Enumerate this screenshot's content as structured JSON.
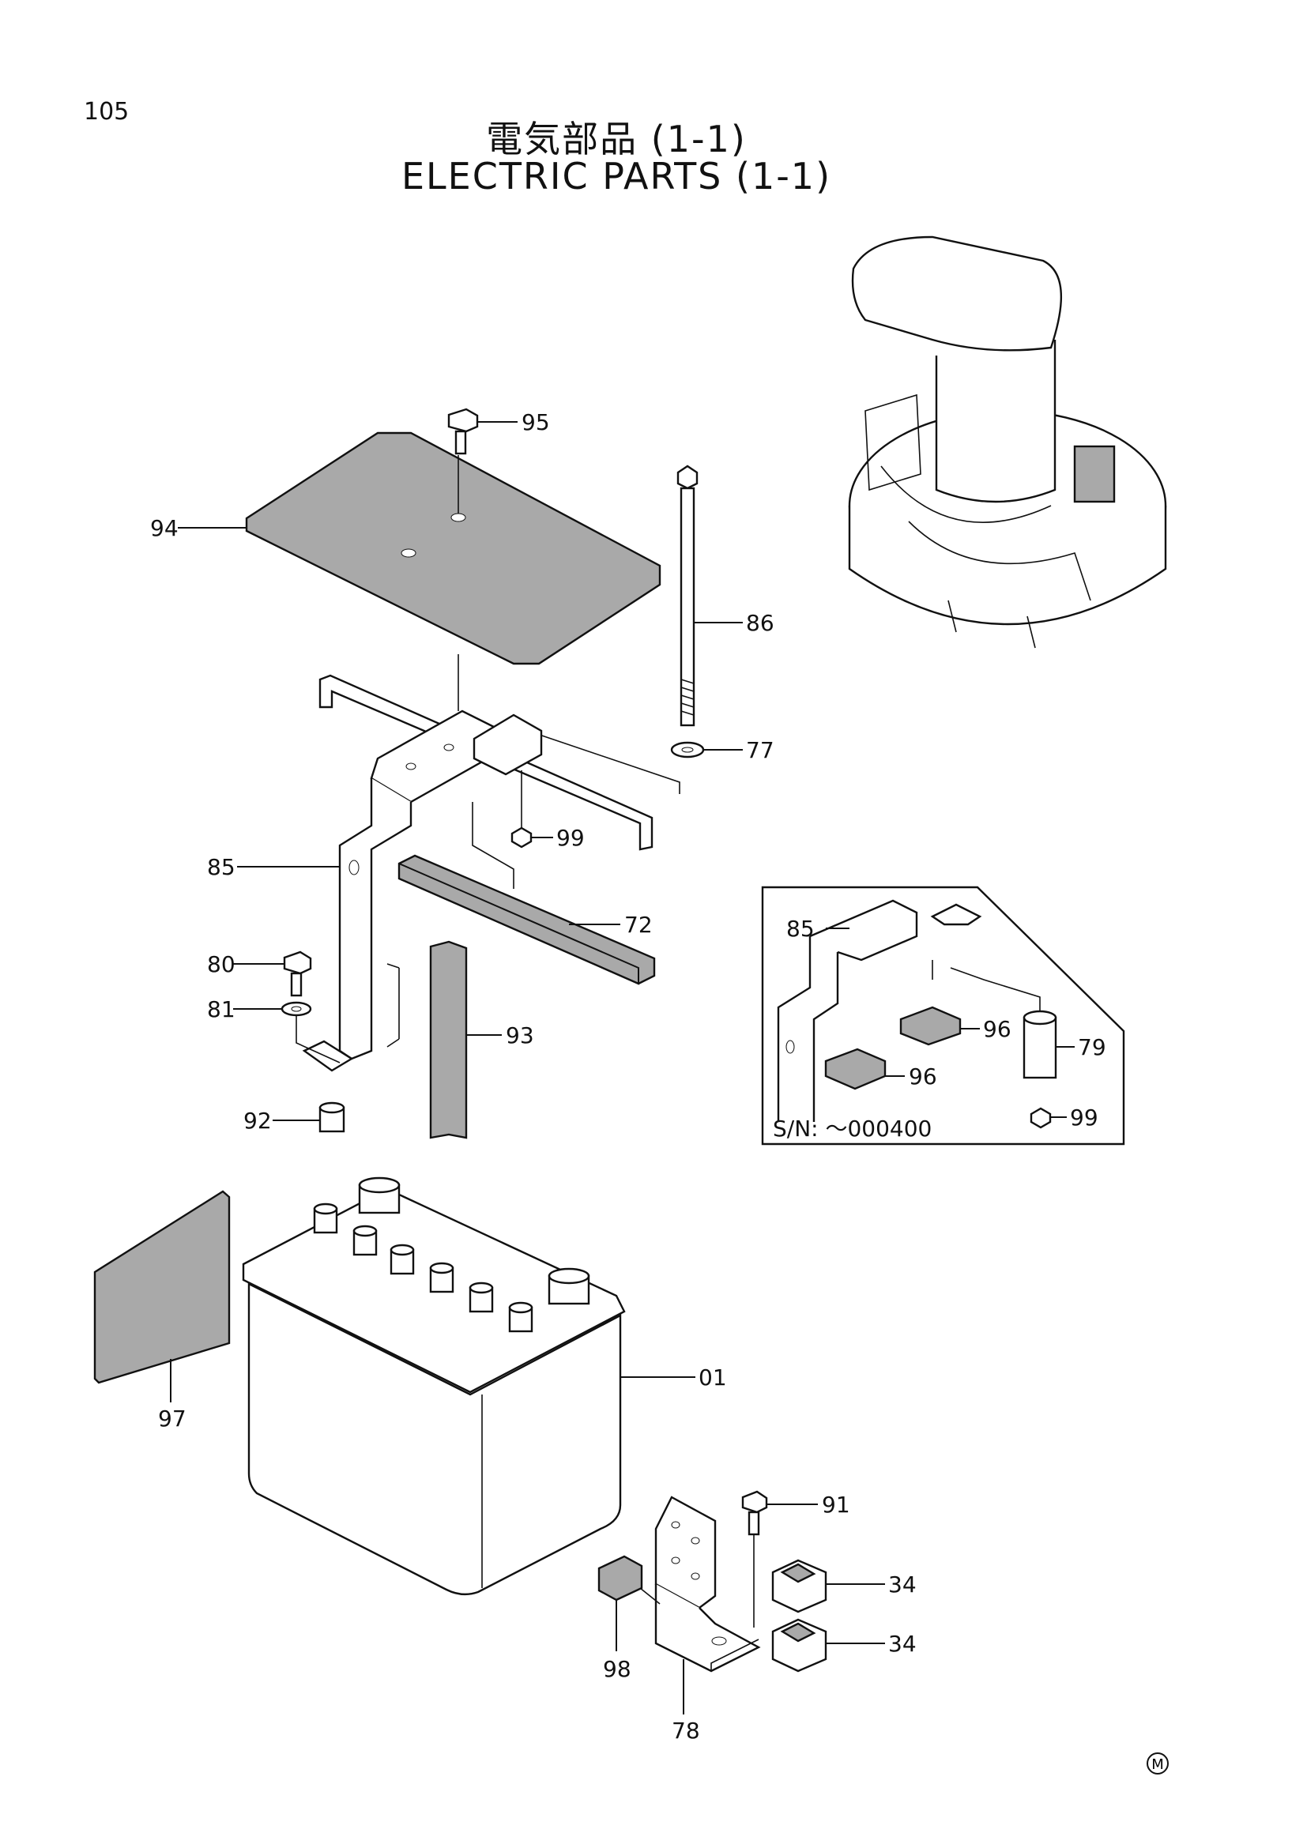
{
  "page_number": "105",
  "title_jp": "電気部品 (1-1)",
  "title_en": "ELECTRIC PARTS (1-1)",
  "inset": {
    "serial_note": "S/N: ～000400"
  },
  "mark": "M",
  "callouts": [
    {
      "id": "95",
      "label": "95"
    },
    {
      "id": "94",
      "label": "94"
    },
    {
      "id": "86",
      "label": "86"
    },
    {
      "id": "77",
      "label": "77"
    },
    {
      "id": "99",
      "label": "99"
    },
    {
      "id": "85",
      "label": "85"
    },
    {
      "id": "72",
      "label": "72"
    },
    {
      "id": "80",
      "label": "80"
    },
    {
      "id": "81",
      "label": "81"
    },
    {
      "id": "93",
      "label": "93"
    },
    {
      "id": "92",
      "label": "92"
    },
    {
      "id": "97",
      "label": "97"
    },
    {
      "id": "01",
      "label": "01"
    },
    {
      "id": "91",
      "label": "91"
    },
    {
      "id": "34a",
      "label": "34"
    },
    {
      "id": "34b",
      "label": "34"
    },
    {
      "id": "98",
      "label": "98"
    },
    {
      "id": "78",
      "label": "78"
    },
    {
      "id": "i85",
      "label": "85"
    },
    {
      "id": "i96a",
      "label": "96"
    },
    {
      "id": "i96b",
      "label": "96"
    },
    {
      "id": "i79",
      "label": "79"
    },
    {
      "id": "i99",
      "label": "99"
    }
  ]
}
